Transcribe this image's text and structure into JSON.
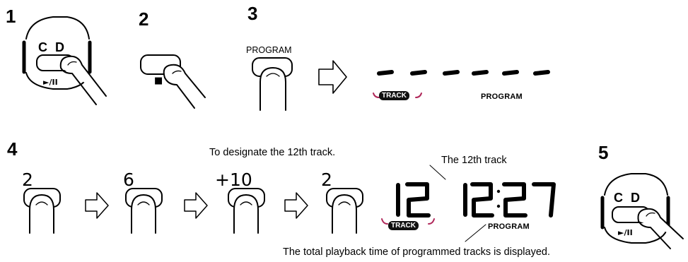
{
  "steps": {
    "s1": "1",
    "s2": "2",
    "s3": "3",
    "s4": "4",
    "s5": "5"
  },
  "step1": {
    "cd_label": "C D",
    "play_pause_label": "►/II"
  },
  "step2": {
    "stop_symbol": "■"
  },
  "step3": {
    "button_label": "PROGRAM",
    "display_placeholder": "- - - - - -",
    "track_badge": "TRACK",
    "program_label": "PROGRAM"
  },
  "step4": {
    "caption_designate": "To designate the 12th track.",
    "keys": [
      "2",
      "6",
      "+10",
      "2"
    ],
    "callout_track": "The 12th track",
    "display_track": "12",
    "display_time": "12:27",
    "track_badge": "TRACK",
    "program_label": "PROGRAM",
    "caption_total": "The total playback time of programmed tracks is displayed."
  },
  "step5": {
    "cd_label": "C D",
    "play_pause_label": "►/II"
  },
  "colors": {
    "ink": "#000000",
    "badge_bracket": "#b0285a",
    "arrow_fill": "#ffffff"
  }
}
